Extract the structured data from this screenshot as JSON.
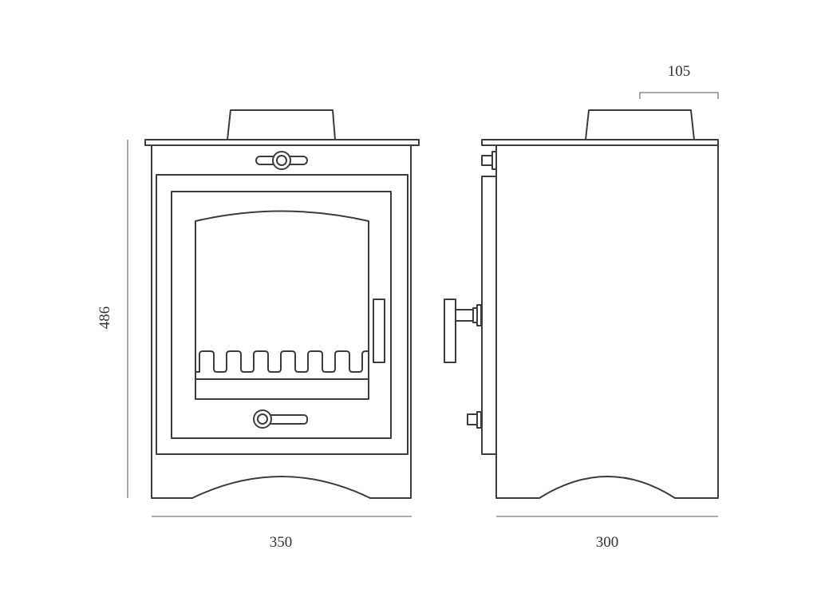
{
  "dimensions": {
    "height": "486",
    "front_width": "350",
    "side_depth": "300",
    "flue_offset": "105"
  },
  "colors": {
    "line": "#3c3c3c",
    "background": "#ffffff"
  }
}
